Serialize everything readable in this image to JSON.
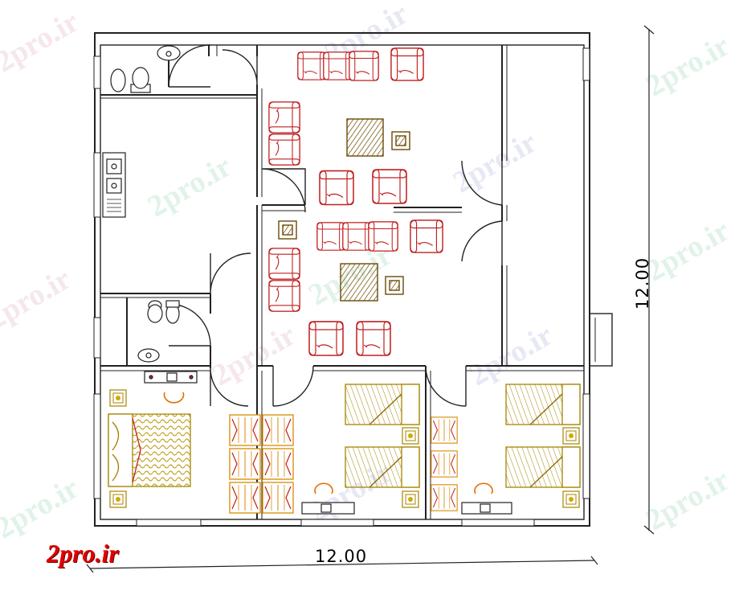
{
  "drawing": {
    "dimension_horizontal": "12.00",
    "dimension_vertical": "12.00"
  },
  "branding": {
    "logo_text": "2pro.ir",
    "watermark_text": "2pro.ir",
    "logo_color": "#e00000"
  },
  "palette": {
    "wall": "#222222",
    "sofa": "#cc2222",
    "table": "#8a6a10",
    "bed": "#b89400",
    "wardrobe": "#d98a00",
    "chair": "#e07000"
  }
}
